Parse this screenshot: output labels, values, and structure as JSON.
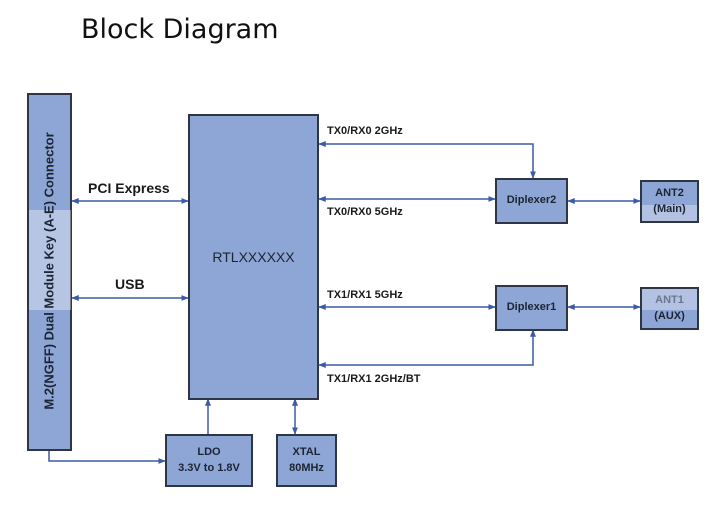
{
  "title": "Block Diagram",
  "blocks": {
    "connector": "M.2(NGFF) Dual Module Key (A-E) Connector",
    "chip": "RTLXXXXXX",
    "diplexer2": "Diplexer2",
    "diplexer1": "Diplexer1",
    "ant2": {
      "line1": "ANT2",
      "line2": "(Main)"
    },
    "ant1": {
      "line1": "ANT1",
      "line2": "(AUX)"
    },
    "ldo": {
      "line1": "LDO",
      "line2": "3.3V to 1.8V"
    },
    "xtal": {
      "line1": "XTAL",
      "line2": "80MHz"
    }
  },
  "links": {
    "pcie": "PCI Express",
    "usb": "USB",
    "tx0_2g": "TX0/RX0 2GHz",
    "tx0_5g": "TX0/RX0 5GHz",
    "tx1_5g": "TX1/RX1 5GHz",
    "tx1_2g": "TX1/RX1 2GHz/BT"
  },
  "colors": {
    "block_fill": "#8ea6d5",
    "block_border": "#2e3545",
    "wire": "#3c5aa6"
  }
}
